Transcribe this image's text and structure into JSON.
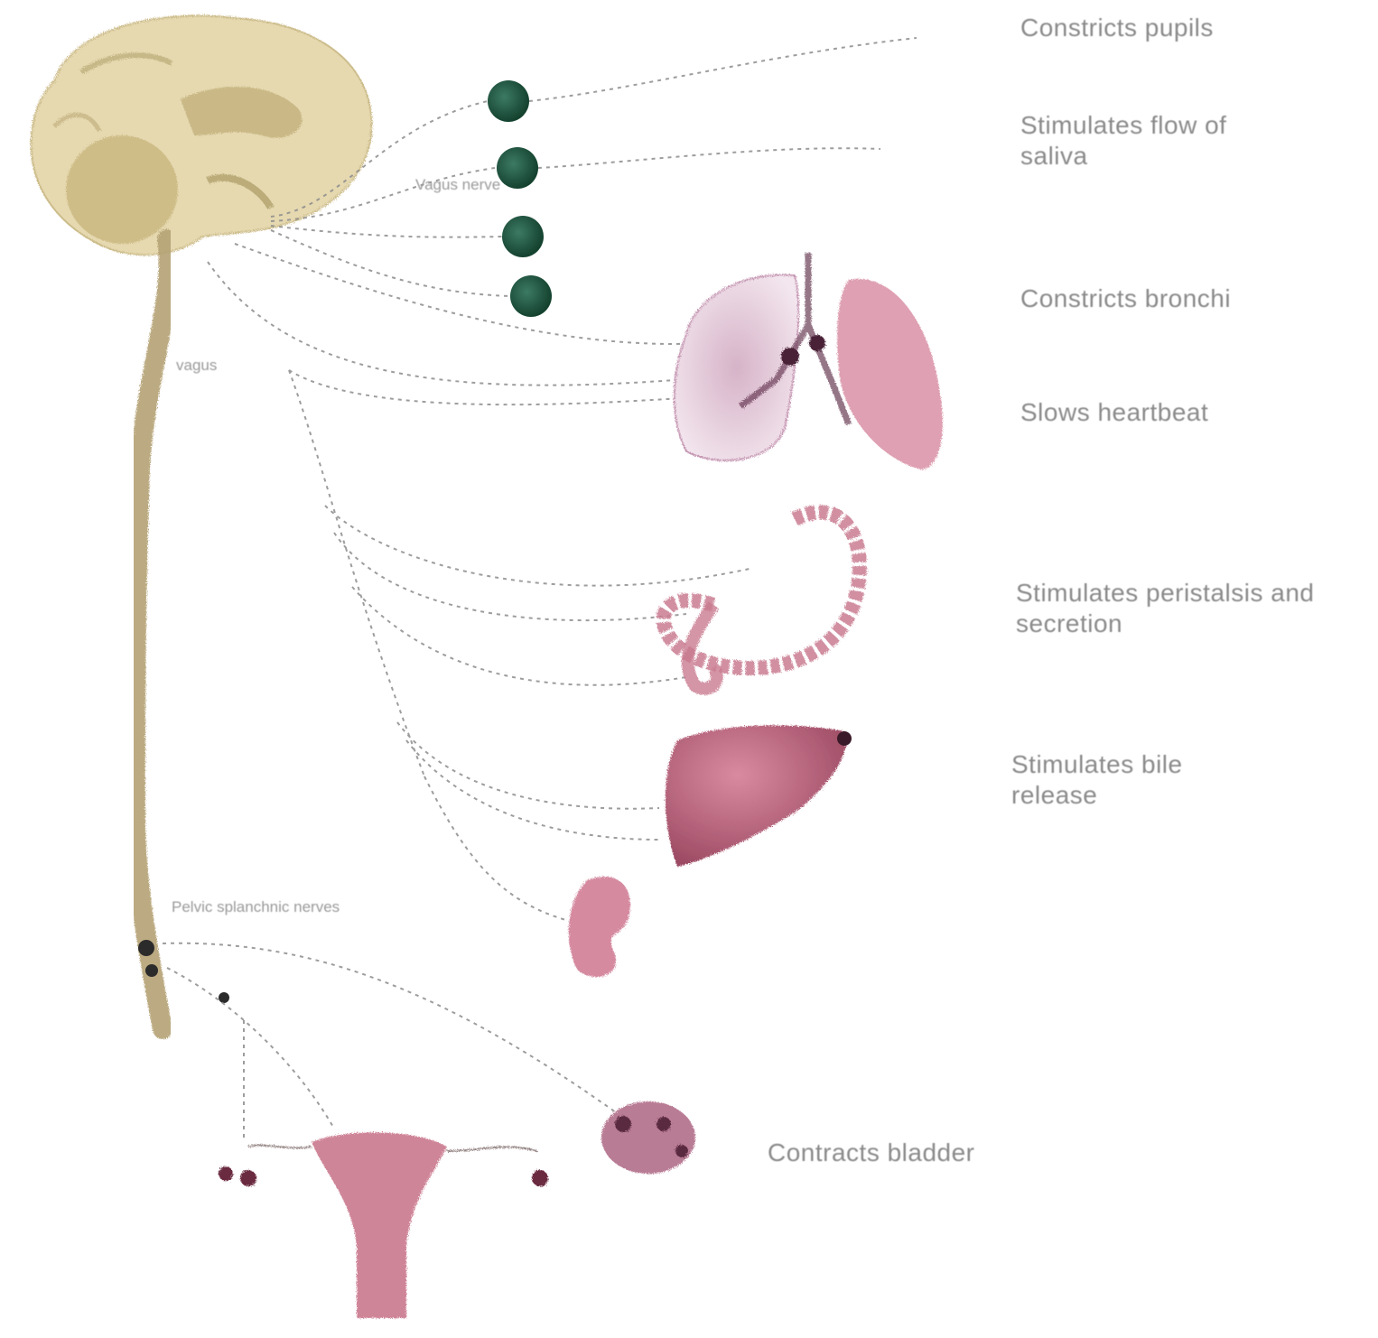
{
  "colors": {
    "brain": "#e3d6ad",
    "brain_shadow": "#9b8b55",
    "spinal_cord": "#b8a677",
    "ganglion": "#1f5c48",
    "organ_pink": "#c9738b",
    "organ_dark": "#5a2a3f",
    "nerve": "#8c8c8c",
    "label": "#8a8a8a"
  },
  "labels": {
    "pupils": "Constricts pupils",
    "saliva": "Stimulates flow of saliva",
    "heart": "Constricts bronchi",
    "heartbeat": "Slows heartbeat",
    "digestion": "Stimulates peristalsis and secretion",
    "bile": "Stimulates bile release",
    "bladder": "Contracts bladder"
  },
  "small_labels": {
    "upper_nerve": "vagus",
    "vagus_nerve": "Vagus nerve",
    "pelvic_nerve": "Pelvic splanchnic nerves"
  }
}
